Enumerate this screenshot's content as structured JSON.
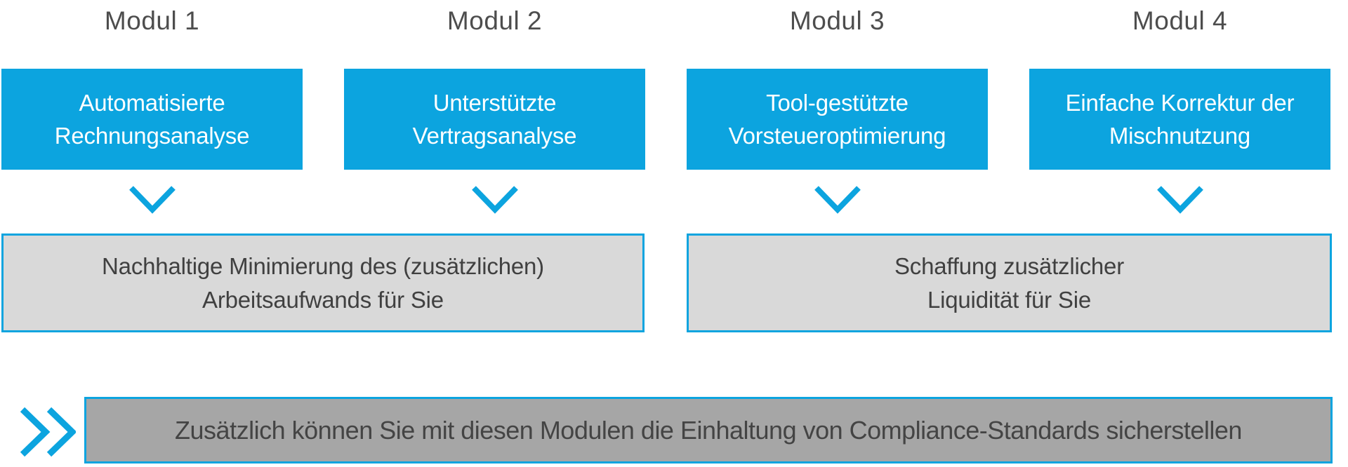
{
  "colors": {
    "accent-blue": "#0CA4DF",
    "box-fill": "#D9D9D9",
    "banner-fill": "#A6A6A6",
    "text-dark": "#404040",
    "label-color": "#4D4D4D",
    "title-white": "#FFFFFF"
  },
  "modules": [
    {
      "label": "Modul 1",
      "title": "Automatisierte\nRechnungsanalyse"
    },
    {
      "label": "Modul 2",
      "title": "Unterstützte\nVertragsanalyse"
    },
    {
      "label": "Modul 3",
      "title": "Tool-gestützte\nVorsteueroptimierung"
    },
    {
      "label": "Modul 4",
      "title": "Einfache Korrektur der\nMischnutzung"
    }
  ],
  "outcomes": [
    {
      "text": "Nachhaltige Minimierung des (zusätzlichen)\nArbeitsaufwands für Sie"
    },
    {
      "text": "Schaffung zusätzlicher\nLiquidität für Sie"
    }
  ],
  "banner": {
    "text": "Zusätzlich können Sie mit diesen Modulen die Einhaltung von Compliance-Standards sicherstellen"
  }
}
